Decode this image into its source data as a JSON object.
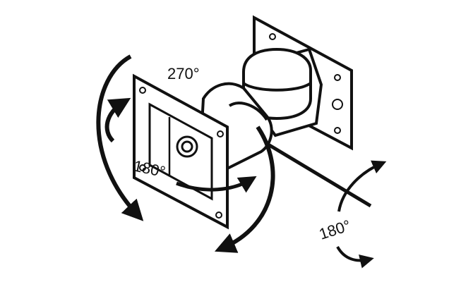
{
  "labels": {
    "tilt_angle": "270°",
    "plate_rotation_angle": "180°",
    "swivel_angle": "180°"
  },
  "colors": {
    "stroke": "#111111",
    "fill": "#ffffff",
    "shade": "#e6e6e6"
  }
}
